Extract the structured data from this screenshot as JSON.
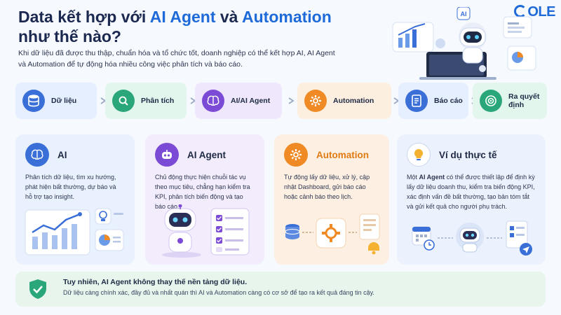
{
  "header": {
    "title_part1": "Data kết hợp với ",
    "title_ai": "AI Agent",
    "title_part2": " và ",
    "title_auto": "Automation",
    "title_part3": "như thế nào?",
    "intro": "Khi dữ liệu đã được thu thập, chuẩn hóa và tổ chức tốt, doanh nghiệp có thể kết hợp AI, AI Agent và Automation để tự động hóa nhiều công việc phân tích và báo cáo.",
    "logo": "OLE",
    "hero_badge": "AI"
  },
  "flow": [
    {
      "label": "Dữ liệu",
      "icon": "database-icon",
      "bg": "#e6efff",
      "iconbg": "#3a6fd8"
    },
    {
      "label": "Phân tích",
      "icon": "search-icon",
      "bg": "#e3f6ee",
      "iconbg": "#2aa77a"
    },
    {
      "label": "AI/AI Agent",
      "icon": "brain-icon",
      "bg": "#efe8fc",
      "iconbg": "#7b4bd6"
    },
    {
      "label": "Automation",
      "icon": "gear-icon",
      "bg": "#fdefe0",
      "iconbg": "#f08a24"
    },
    {
      "label": "Báo cáo",
      "icon": "report-icon",
      "bg": "#e6efff",
      "iconbg": "#3a6fd8"
    },
    {
      "label": "Ra quyết định",
      "icon": "target-icon",
      "bg": "#e3f6ee",
      "iconbg": "#2aa77a"
    }
  ],
  "cards": {
    "ai": {
      "title": "AI",
      "text": "Phân tích dữ liệu, tìm xu hướng, phát hiện bất thường, dự báo và hỗ trợ tạo insight."
    },
    "agent": {
      "title": "AI Agent",
      "text": "Chủ động thực hiện chuỗi tác vụ theo mục tiêu, chẳng hạn kiểm tra KPI, phân tích biến động và tạo báo cáo."
    },
    "automation": {
      "title": "Automation",
      "text": "Tự động lấy dữ liệu, xử lý, cập nhật Dashboard, gửi báo cáo hoặc cảnh báo theo lịch."
    },
    "example": {
      "title": "Ví dụ thực tế",
      "text_pre": "Một ",
      "text_bold": "AI Agent",
      "text_post": " có thể được thiết lập để định kỳ lấy dữ liệu doanh thu, kiểm tra biến động KPI, xác định vấn đề bất thường, tạo bản tóm tắt và gửi kết quả cho người phụ trách."
    }
  },
  "note": {
    "title": "Tuy nhiên, AI Agent không thay thế nền tảng dữ liệu.",
    "text": "Dữ liệu càng chính xác, đầy đủ và nhất quán thì AI và Automation càng có cơ sở để tạo ra kết quả đáng tin cậy."
  },
  "colors": {
    "accent": "#1e6ad8",
    "ai_purple": "#7b4bd6",
    "automation_orange": "#f08a24",
    "green": "#2aa77a"
  }
}
